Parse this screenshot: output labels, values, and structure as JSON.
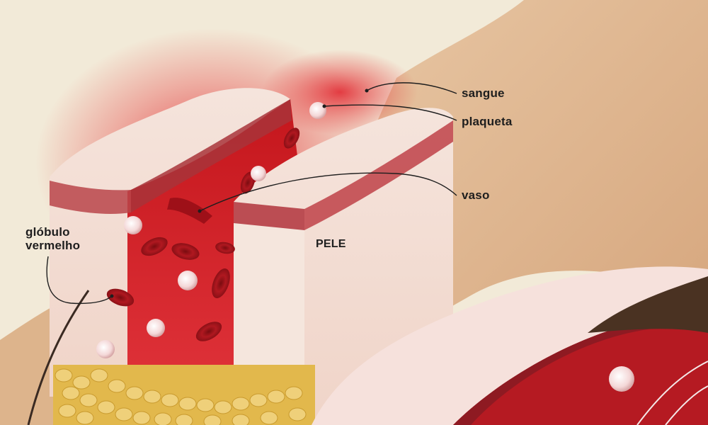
{
  "title": "",
  "labels": {
    "sangue": "sangue",
    "plaqueta": "plaqueta",
    "vaso": "vaso",
    "pele": "PELE",
    "globulo_line1": "glóbulo",
    "globulo_line2": "vermelho"
  },
  "colors": {
    "background": "#f2ead8",
    "outer_skin": "#e0b892",
    "blood": "#d8282c",
    "dermis": "#f3dcd4",
    "fat": "#e8c45c",
    "label_text": "#1e1e1e"
  },
  "icons": [
    "red-blood-cell-icon",
    "platelet-icon",
    "hair-icon"
  ]
}
